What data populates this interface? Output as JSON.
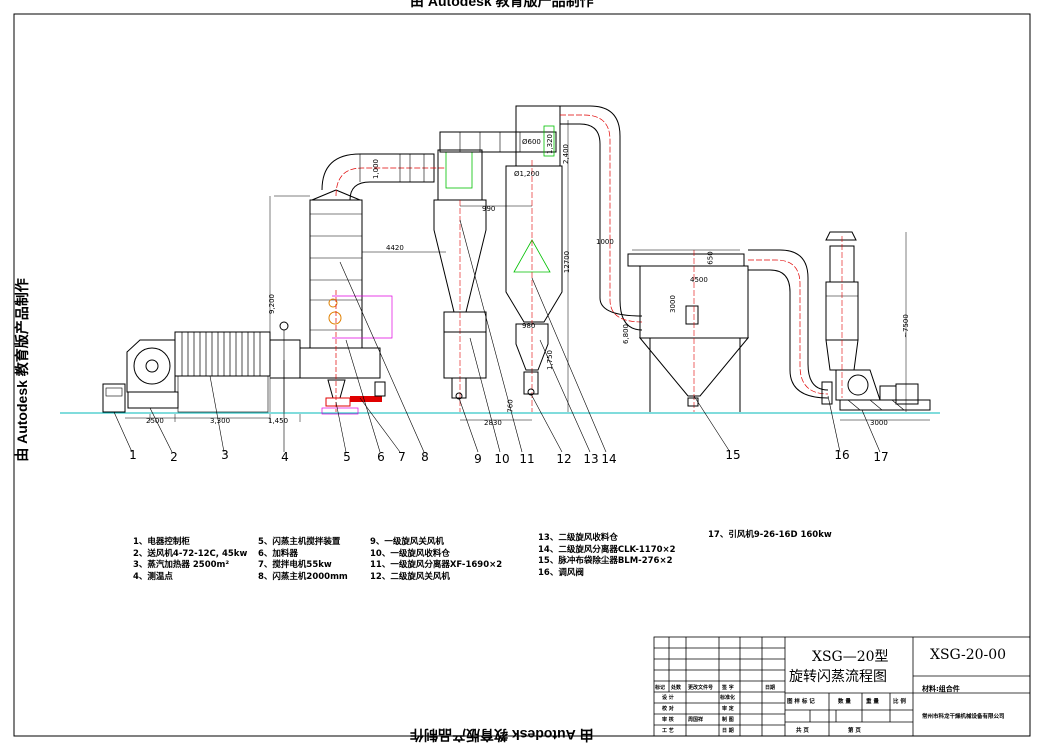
{
  "watermark": "由 Autodesk 教育版产品制作",
  "dimensions": {
    "d2500": "2500",
    "d3300": "3,300",
    "d1450": "1,450",
    "d9200": "9,200",
    "d4420": "4420",
    "d990": "990",
    "d1000a": "1,000",
    "d1000b": "1000",
    "d12700": "12700",
    "d2400": "2,400",
    "d600": "Ø600",
    "d1200": "Ø1,200",
    "d1320": "1,320",
    "d4500": "4500",
    "d650": "650",
    "d3000v": "3000",
    "d6800": "6,800",
    "d2830": "2830",
    "d760": "760",
    "d1750": "1,750",
    "d980": "980",
    "d7500": "~7500",
    "d3000h": "3000"
  },
  "callouts": [
    "1",
    "2",
    "3",
    "4",
    "5",
    "6",
    "7",
    "8",
    "9",
    "10",
    "11",
    "12",
    "13",
    "14",
    "15",
    "16",
    "17"
  ],
  "legend": {
    "col1": [
      "1、电器控制柜",
      "2、送风机4-72-12C, 45kw",
      "3、蒸汽加热器 2500m²",
      "4、测温点"
    ],
    "col2": [
      "5、闪蒸主机搅拌装置",
      "6、加料器",
      "7、搅拌电机55kw",
      "8、闪蒸主机2000mm"
    ],
    "col3": [
      "9、一级旋风关风机",
      "10、一级旋风收料仓",
      "11、一级旋风分离器XF-1690×2",
      "12、二级旋风关风机"
    ],
    "col4": [
      "13、二级旋风收料仓",
      "14、二级旋风分离器CLK-1170×2",
      "15、脉冲布袋除尘器BLM-276×2",
      "16、调风阀"
    ],
    "col5": [
      "17、引风机9-26-16D  160kw"
    ]
  },
  "title_block": {
    "model": "XSG—20型",
    "title": "旋转闪蒸流程图",
    "drawing_no": "XSG-20-00",
    "material": "材料:组合件",
    "company": "常州市科龙干燥机械设备有限公司",
    "rev_headers": [
      "标记",
      "处数",
      "更改文件号",
      "签  字",
      "日期"
    ],
    "row_design": "设  计",
    "row_std": "标准化",
    "row_check": "校  对",
    "row_review": "审  定",
    "row_audit": "审  核",
    "row_audit_name": "周国祥",
    "row_make": "制  图",
    "row_process": "工  艺",
    "row_date": "日  期",
    "stage_headers": [
      "图 样 标 记",
      "数 量",
      "重 量",
      "比 例"
    ],
    "sheets_total": "共      页",
    "sheet_no": "第      页"
  }
}
